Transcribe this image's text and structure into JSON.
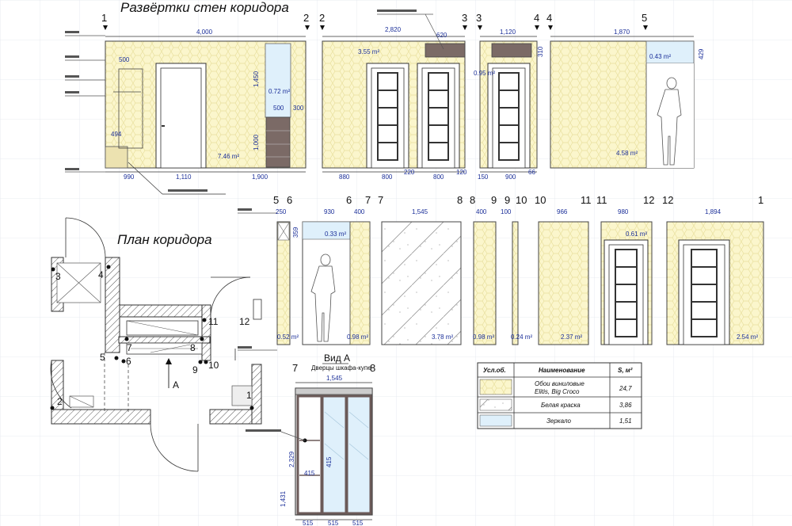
{
  "titles": {
    "elevations": "Развёртки стен коридора",
    "plan": "План коридора",
    "view": "Вид А",
    "view_sub": "Дверцы шкафа-купе"
  },
  "colors": {
    "wallpaper": "#fbf6cc",
    "mirror": "#dff0fb",
    "dims": "#1b2f99",
    "wall_hatch": "#555555",
    "dark_box": "#7b6a66"
  },
  "axes_row1": [
    "1",
    "2",
    "2",
    "3",
    "3",
    "4",
    "4",
    "5"
  ],
  "axes_row2": [
    "5",
    "6",
    "6",
    "7",
    "7",
    "8",
    "8",
    "9",
    "9",
    "10",
    "10",
    "11",
    "11",
    "12",
    "12",
    "1"
  ],
  "axes_view": [
    "7",
    "8"
  ],
  "plan_points": [
    "3",
    "4",
    "11",
    "12",
    "5",
    "6",
    "7",
    "8",
    "9",
    "10",
    "2",
    "1"
  ],
  "plan_arrow": "A",
  "dims_row1": {
    "wall1_total": "4,000",
    "shelf": "500",
    "w1_h": "1,450",
    "w1_h2": "1,000",
    "w1_sm": "494",
    "w1_500": "500",
    "w1_300": "300",
    "w1_b1": "990",
    "w1_b2": "1,110",
    "w1_b3": "1,900",
    "wall2_total": "2,820",
    "w2_620": "620",
    "w2_b1": "880",
    "w2_b2": "800",
    "w2_b3": "220",
    "w2_b4": "800",
    "w2_b5": "120",
    "wall3_total": "1,120",
    "w3_310": "310",
    "w3_b1": "150",
    "w3_b2": "900",
    "w3_b3": "66",
    "wall4_total": "1,870",
    "w4_429": "429"
  },
  "dims_row2": {
    "w56": "250",
    "w56_h": "359",
    "w67": "930",
    "w67b": "400",
    "w78": "1,545",
    "w89": "400",
    "w910": "100",
    "w1011": "966",
    "w1112": "980",
    "w121": "1,894"
  },
  "dims_view": {
    "total": "1,545",
    "h_total": "2,329",
    "h_low": "1,431",
    "h_415a": "415",
    "h_415b": "415",
    "b1": "515",
    "b2": "515",
    "b3": "515"
  },
  "areas": {
    "a1": "0.72 m²",
    "a2": "7.46 m²",
    "a3": "3.55 m²",
    "a4": "0.95 m²",
    "a5": "0.43 m²",
    "a6": "4.58 m²",
    "a7": "0.52 m²",
    "a8": "0.33 m²",
    "a9": "0.98 m²",
    "a10": "3.78 m²",
    "a11": "0.98 m²",
    "a12": "0.24 m²",
    "a13": "2.37 m²",
    "a14": "0.61 m²",
    "a15": "2.54 m²"
  },
  "legend": {
    "headers": [
      "Усл.об.",
      "Наименование",
      "S, м²"
    ],
    "rows": [
      {
        "name_line1": "Обои виниловые",
        "name_line2": "Elitis, Big Croco",
        "value": "24,7",
        "swatch": "wallpaper"
      },
      {
        "name_line1": "Белая краска",
        "name_line2": "",
        "value": "3,86",
        "swatch": "paint"
      },
      {
        "name_line1": "Зеркало",
        "name_line2": "",
        "value": "1,51",
        "swatch": "mirror"
      }
    ]
  }
}
